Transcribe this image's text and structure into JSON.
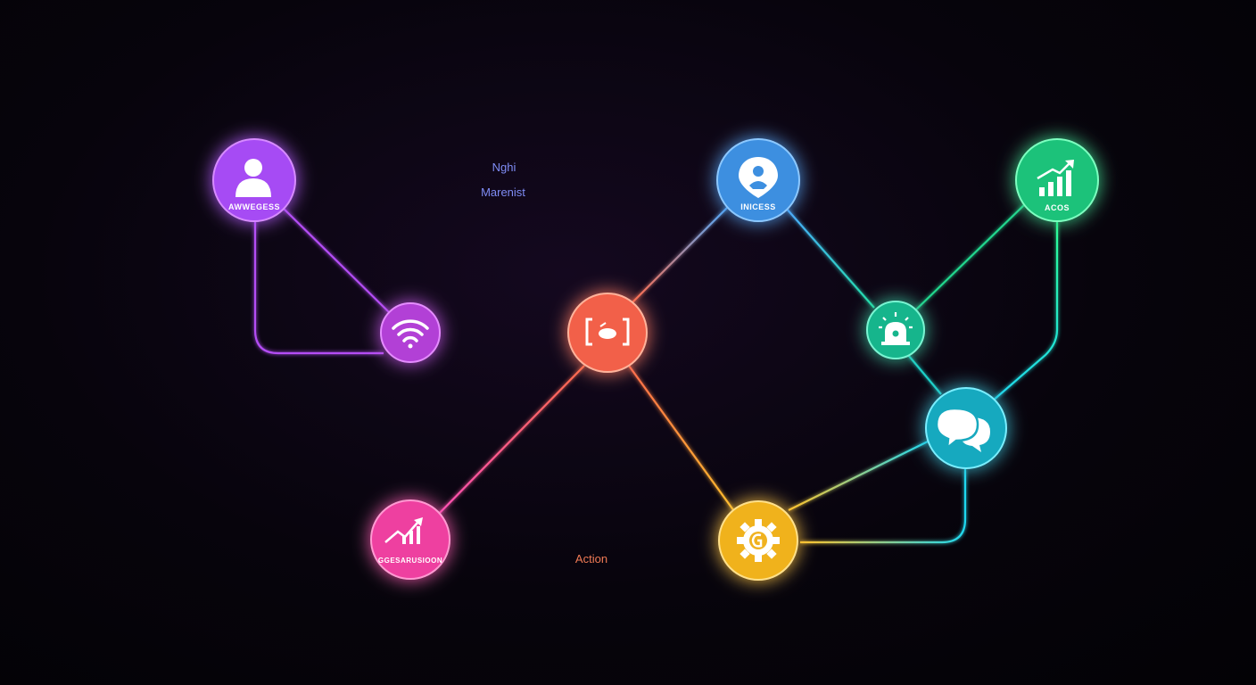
{
  "diagram": {
    "nodes": {
      "n_user": {
        "label": "AWWEGESS",
        "icon": "user-icon",
        "color": "#a64bf4",
        "glow": "#c06bff"
      },
      "n_location": {
        "label": "INICESS",
        "icon": "location-pin-icon",
        "color": "#3d8fe0",
        "glow": "#4aa9ff"
      },
      "n_growth": {
        "label": "ACOS",
        "icon": "bar-chart-growth-icon",
        "color": "#1fc27a",
        "glow": "#2bff95"
      },
      "n_wifi": {
        "label": "",
        "icon": "wifi-icon",
        "color": "#b23fd6",
        "glow": "#d452ff"
      },
      "n_center": {
        "label": "",
        "icon": "camera-frame-icon",
        "color": "#f2604a",
        "glow": "#ff6b4a"
      },
      "n_alert": {
        "label": "",
        "icon": "alarm-light-icon",
        "color": "#17b58c",
        "glow": "#22e0a8"
      },
      "n_chat": {
        "label": "",
        "icon": "chat-bubbles-icon",
        "color": "#17a9bf",
        "glow": "#1fd8f0"
      },
      "n_trend": {
        "label": "GGESARUSIOON",
        "icon": "trend-chart-icon",
        "color": "#ee3fa0",
        "glow": "#ff4fb8"
      },
      "n_gear": {
        "label": "",
        "icon": "gear-icon",
        "color": "#f0b21f",
        "glow": "#ffc22a"
      }
    },
    "edge_labels": {
      "top_line1": "Nghi",
      "top_line2": "Marenist",
      "bottom": "Action"
    },
    "colors": {
      "top_label": "#7f8cf5",
      "bottom_label": "#f07a55"
    }
  }
}
